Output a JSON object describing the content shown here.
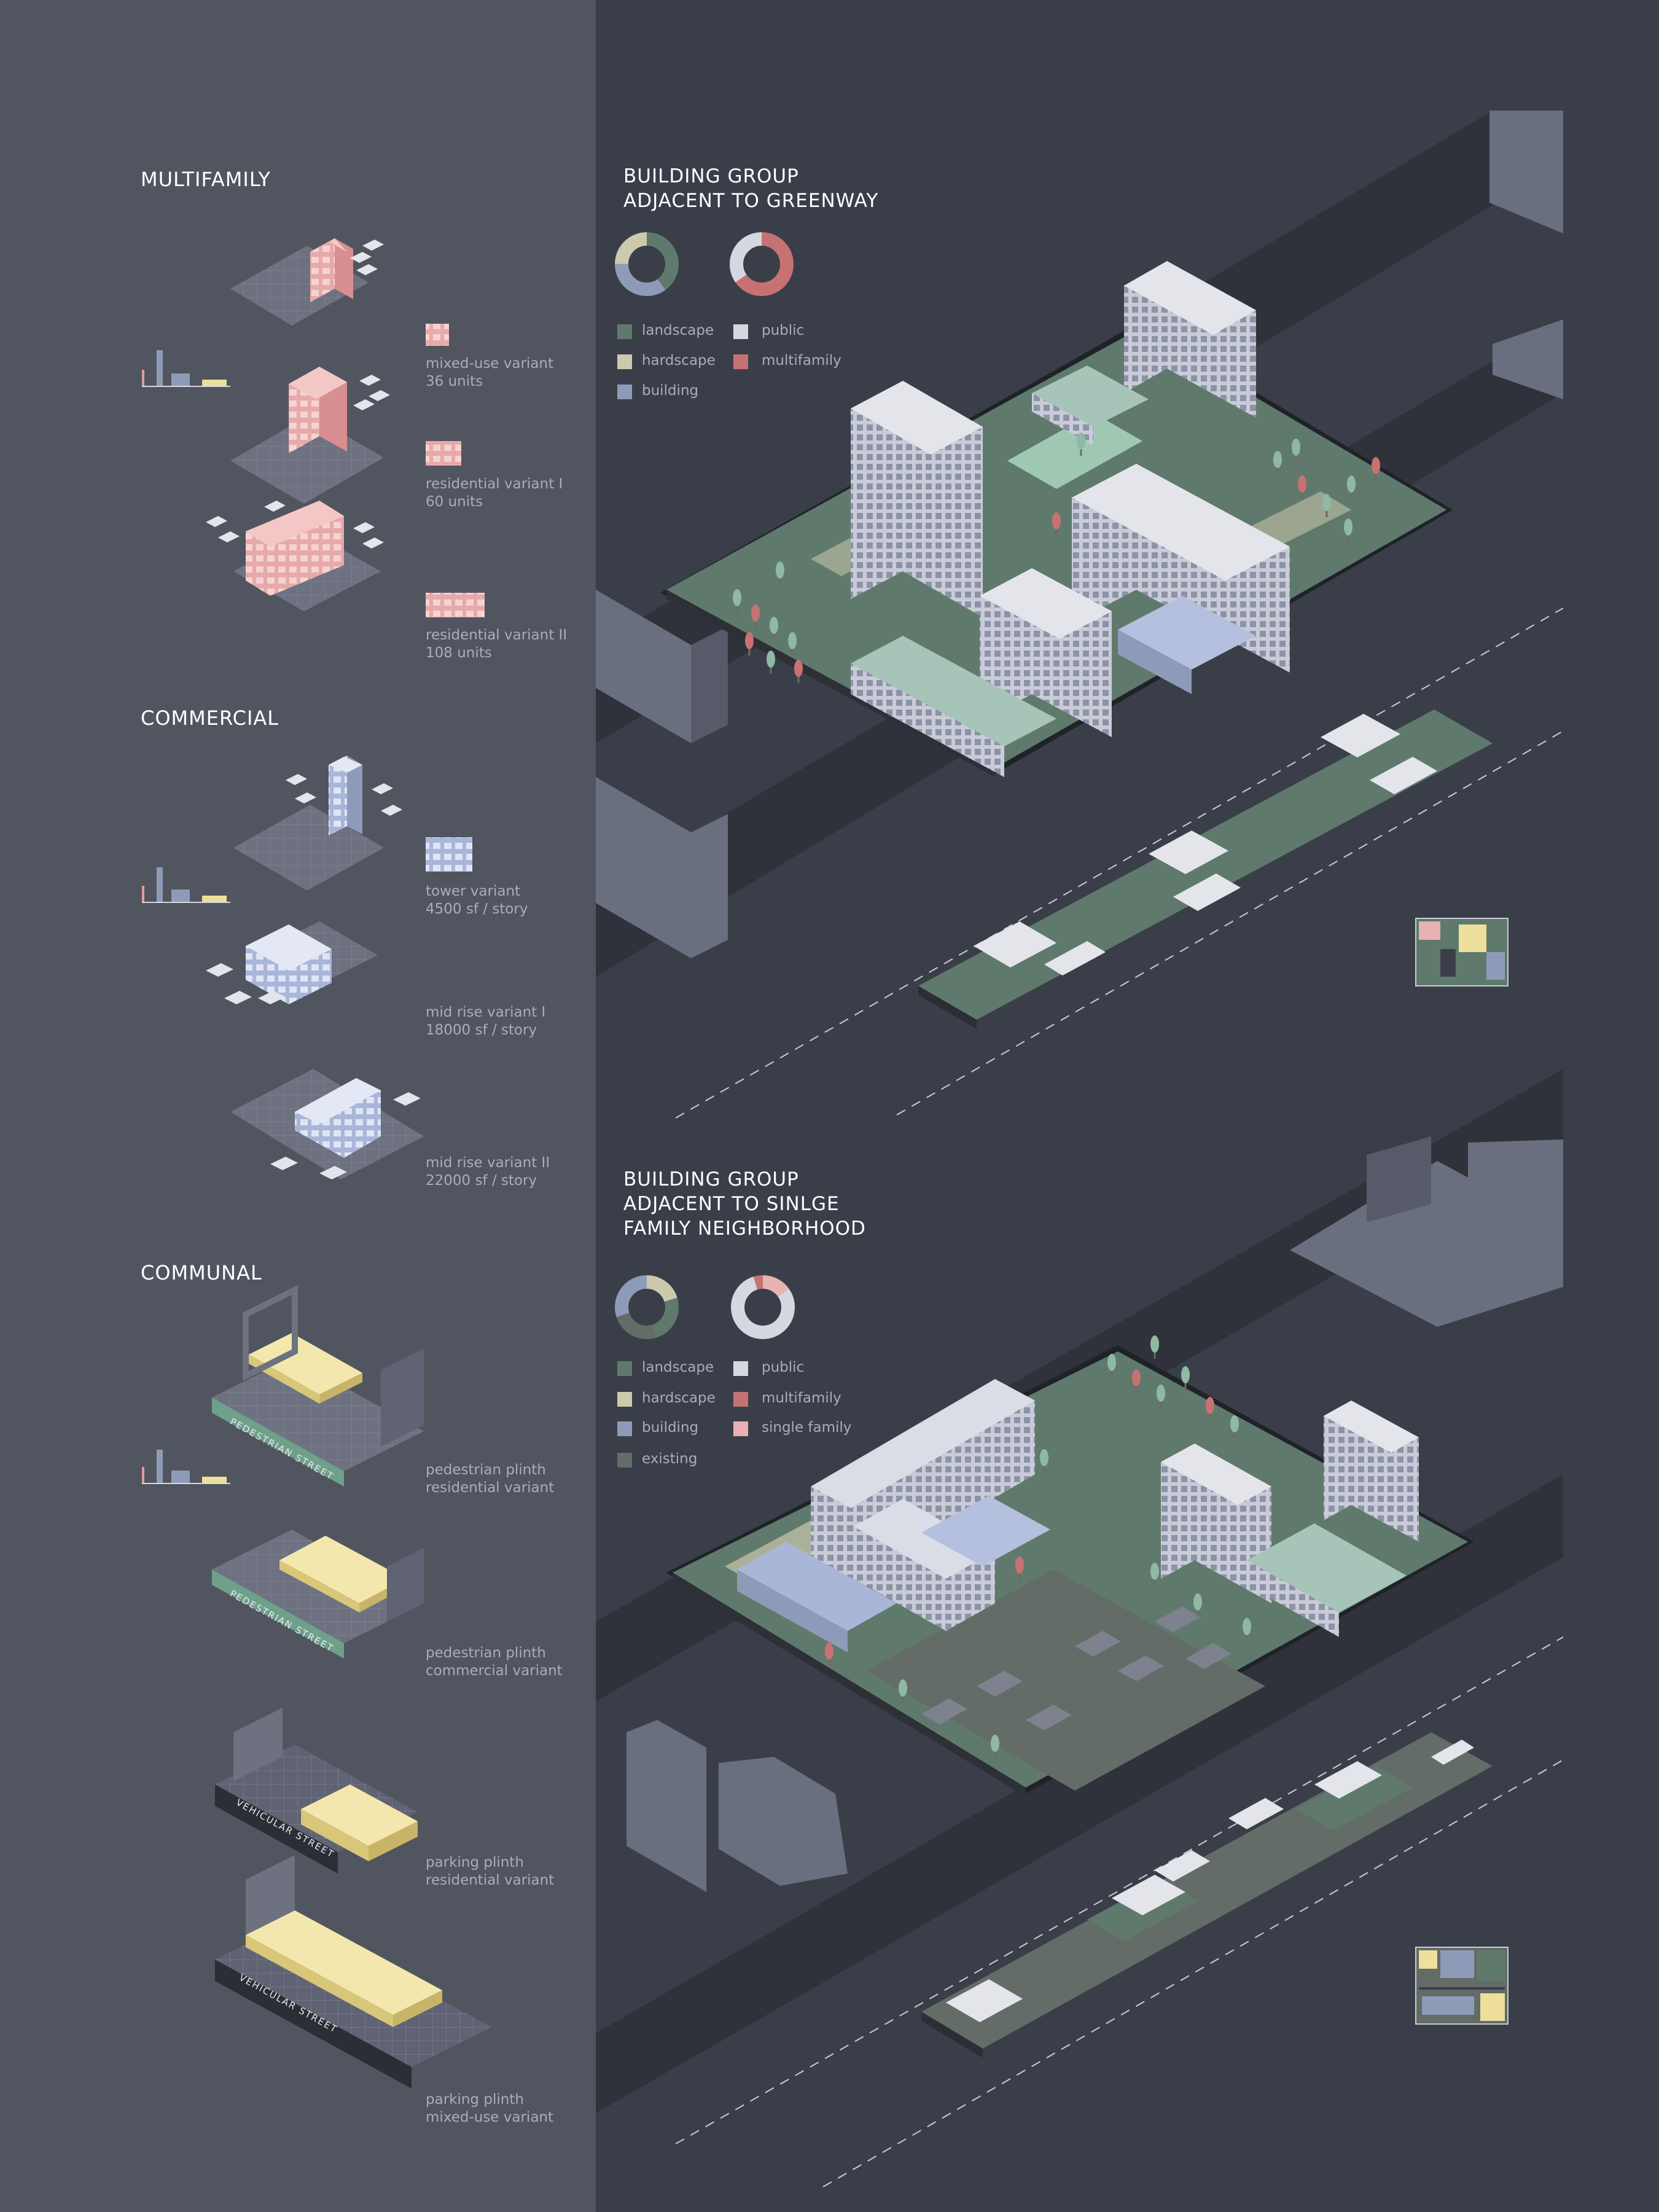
{
  "colors": {
    "panel_left": "#51555f",
    "panel_right": "#3a3e49",
    "landscape": "#5f7a6c",
    "hardscape": "#ccc9ad",
    "building": "#8e9bb8",
    "public": "#d6d8e1",
    "multifamily": "#c77272",
    "single_family": "#e8b2b2",
    "existing": "#636c67",
    "communal_yellow": "#eedf9d",
    "commercial_blue": "#b5c0de"
  },
  "icons": [
    "mini-bar-chart-icon",
    "unit-module-icon",
    "tree-icon",
    "donut-chart-icon",
    "site-thumbnail-icon"
  ],
  "sections": [
    {
      "title": "MULTIFAMILY",
      "variants": [
        {
          "name": "mixed-use variant",
          "detail": "36 units"
        },
        {
          "name": "residential variant I",
          "detail": "60 units"
        },
        {
          "name": "residential variant II",
          "detail": "108 units"
        }
      ]
    },
    {
      "title": "COMMERCIAL",
      "variants": [
        {
          "name": "tower variant",
          "detail": "4500 sf / story"
        },
        {
          "name": "mid rise variant I",
          "detail": "18000 sf / story"
        },
        {
          "name": "mid rise variant II",
          "detail": "22000 sf / story"
        }
      ]
    },
    {
      "title": "COMMUNAL",
      "variants": [
        {
          "name": "pedestrian plinth",
          "detail": "residential variant"
        },
        {
          "name": "pedestrian plinth",
          "detail": "commercial variant"
        },
        {
          "name": "parking plinth",
          "detail": "residential variant"
        },
        {
          "name": "parking plinth",
          "detail": "mixed-use variant"
        }
      ]
    }
  ],
  "street_labels": {
    "pedestrian": "PEDESTRIAN STREET",
    "vehicular": "VEHICULAR STREET"
  },
  "groups": [
    {
      "title_lines": [
        "BUILDING GROUP",
        "ADJACENT TO GREENWAY"
      ],
      "donut_left": [
        {
          "category": "landscape",
          "value": 40
        },
        {
          "category": "building",
          "value": 35
        },
        {
          "category": "hardscape",
          "value": 25
        }
      ],
      "donut_right": [
        {
          "category": "multifamily",
          "value": 65
        },
        {
          "category": "public",
          "value": 35
        }
      ],
      "legend": {
        "left": [
          "landscape",
          "hardscape",
          "building"
        ],
        "right": [
          "public",
          "multifamily"
        ]
      }
    },
    {
      "title_lines": [
        "BUILDING GROUP",
        "ADJACENT TO SINLGE",
        "FAMILY NEIGHBORHOOD"
      ],
      "donut_left": [
        {
          "category": "hardscape",
          "value": 20
        },
        {
          "category": "landscape",
          "value": 25
        },
        {
          "category": "existing",
          "value": 25
        },
        {
          "category": "building",
          "value": 30
        }
      ],
      "donut_right": [
        {
          "category": "single_family",
          "value": 15
        },
        {
          "category": "public",
          "value": 80
        },
        {
          "category": "multifamily",
          "value": 5
        }
      ],
      "legend": {
        "left": [
          "landscape",
          "hardscape",
          "building",
          "existing"
        ],
        "right": [
          "public",
          "multifamily",
          "single family"
        ]
      }
    }
  ]
}
